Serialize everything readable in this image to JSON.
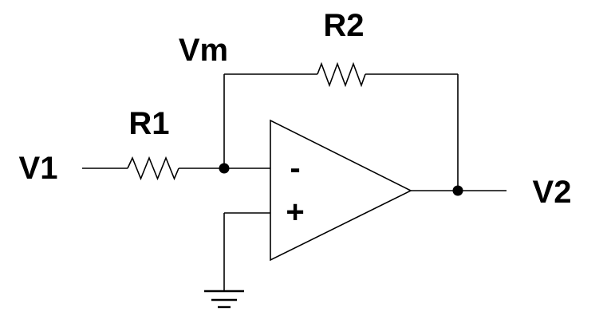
{
  "diagram": {
    "kind": "circuit-schematic",
    "description": "Inverting operational amplifier circuit",
    "labels": {
      "v1": "V1",
      "vm": "Vm",
      "r1": "R1",
      "r2": "R2",
      "v2": "V2",
      "opamp_inverting_sign": "-",
      "opamp_noninverting_sign": "+"
    },
    "colors": {
      "stroke": "#000000",
      "text": "#000000",
      "background": "#ffffff"
    }
  }
}
